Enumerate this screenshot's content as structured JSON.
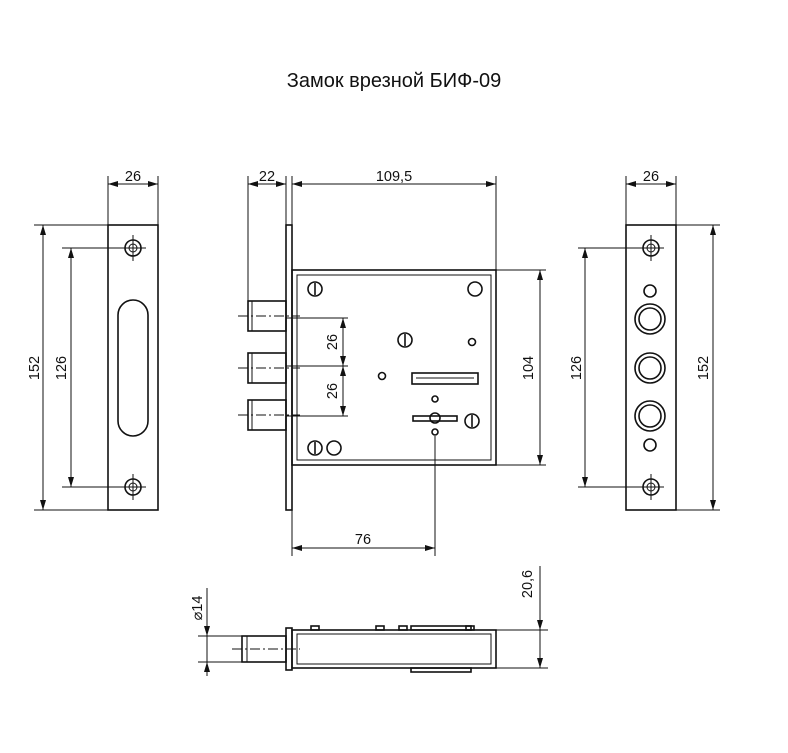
{
  "title": "Замок врезной БИФ-09",
  "dimensions": {
    "left_faceplate_width": "26",
    "left_faceplate_height": "152",
    "left_hole_spacing": "126",
    "bolt_projection": "22",
    "case_width": "109,5",
    "case_height": "104",
    "bolt_spacing_upper": "26",
    "bolt_spacing_lower": "26",
    "backset": "76",
    "right_plate_width": "26",
    "right_hole_spacing": "126",
    "right_plate_height": "152",
    "bolt_diameter": "⌀14",
    "case_thickness": "20,6"
  }
}
